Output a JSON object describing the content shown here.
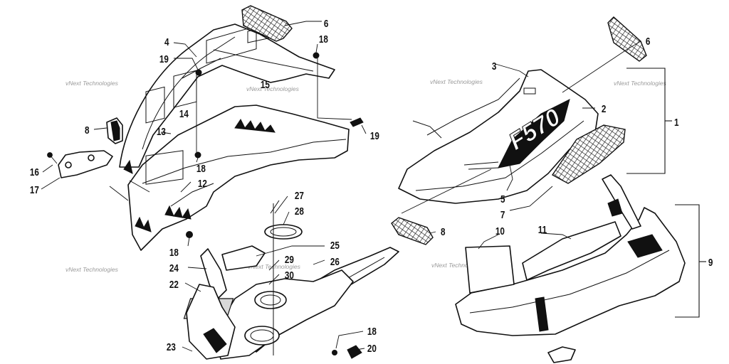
{
  "watermark_text": "vNext Technologies",
  "logo_text": "F570",
  "callouts": [
    {
      "id": "c6a",
      "label": "6"
    },
    {
      "id": "c18a",
      "label": "18"
    },
    {
      "id": "c4",
      "label": "4"
    },
    {
      "id": "c19a",
      "label": "19"
    },
    {
      "id": "c15",
      "label": "15"
    },
    {
      "id": "c14",
      "label": "14"
    },
    {
      "id": "c13",
      "label": "13"
    },
    {
      "id": "c8a",
      "label": "8"
    },
    {
      "id": "c19b",
      "label": "19"
    },
    {
      "id": "c18b",
      "label": "18"
    },
    {
      "id": "c16",
      "label": "16"
    },
    {
      "id": "c17",
      "label": "17"
    },
    {
      "id": "c12",
      "label": "12"
    },
    {
      "id": "c27",
      "label": "27"
    },
    {
      "id": "c28",
      "label": "28"
    },
    {
      "id": "c18c",
      "label": "18"
    },
    {
      "id": "c25",
      "label": "25"
    },
    {
      "id": "c29",
      "label": "29"
    },
    {
      "id": "c26",
      "label": "26"
    },
    {
      "id": "c24",
      "label": "24"
    },
    {
      "id": "c30",
      "label": "30"
    },
    {
      "id": "c22",
      "label": "22"
    },
    {
      "id": "c23",
      "label": "23"
    },
    {
      "id": "c18d",
      "label": "18"
    },
    {
      "id": "c20",
      "label": "20"
    },
    {
      "id": "c3",
      "label": "3"
    },
    {
      "id": "c6b",
      "label": "6"
    },
    {
      "id": "c1",
      "label": "1"
    },
    {
      "id": "c2",
      "label": "2"
    },
    {
      "id": "c5",
      "label": "5"
    },
    {
      "id": "c7",
      "label": "7"
    },
    {
      "id": "c8b",
      "label": "8"
    },
    {
      "id": "c10",
      "label": "10"
    },
    {
      "id": "c11",
      "label": "11"
    },
    {
      "id": "c9",
      "label": "9"
    }
  ]
}
